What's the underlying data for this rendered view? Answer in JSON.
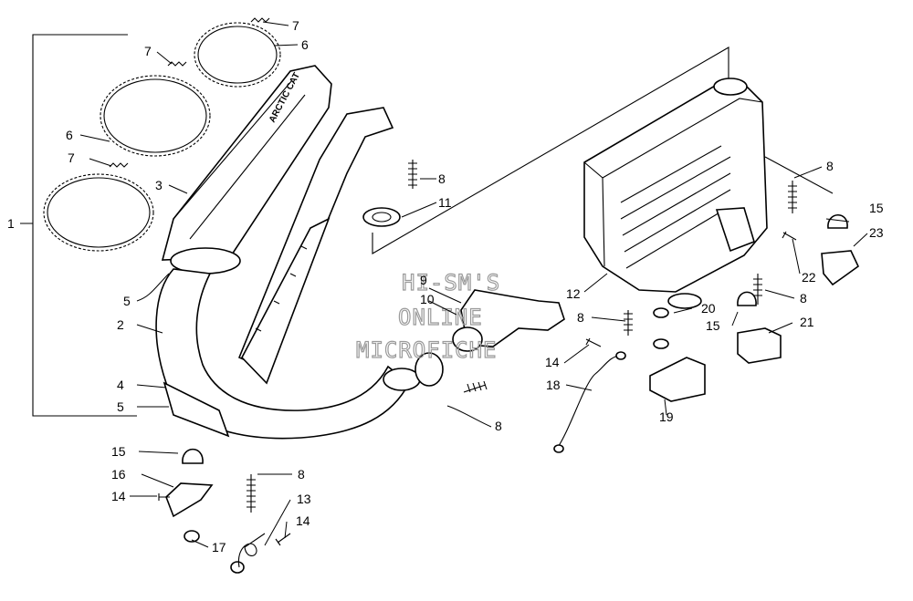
{
  "diagram": {
    "brand_text": "ARCTIC CAT",
    "watermark": [
      "HI-SM'S",
      "ONLINE",
      "MICROFICHE"
    ],
    "callouts": [
      {
        "n": "1"
      },
      {
        "n": "2"
      },
      {
        "n": "3"
      },
      {
        "n": "4"
      },
      {
        "n": "5"
      },
      {
        "n": "5"
      },
      {
        "n": "6"
      },
      {
        "n": "6"
      },
      {
        "n": "7"
      },
      {
        "n": "7"
      },
      {
        "n": "7"
      },
      {
        "n": "8"
      },
      {
        "n": "8"
      },
      {
        "n": "8"
      },
      {
        "n": "8"
      },
      {
        "n": "8"
      },
      {
        "n": "8"
      },
      {
        "n": "9"
      },
      {
        "n": "10"
      },
      {
        "n": "11"
      },
      {
        "n": "12"
      },
      {
        "n": "13"
      },
      {
        "n": "14"
      },
      {
        "n": "14"
      },
      {
        "n": "14"
      },
      {
        "n": "15"
      },
      {
        "n": "15"
      },
      {
        "n": "15"
      },
      {
        "n": "16"
      },
      {
        "n": "17"
      },
      {
        "n": "18"
      },
      {
        "n": "19"
      },
      {
        "n": "20"
      },
      {
        "n": "21"
      },
      {
        "n": "22"
      },
      {
        "n": "23"
      }
    ]
  }
}
